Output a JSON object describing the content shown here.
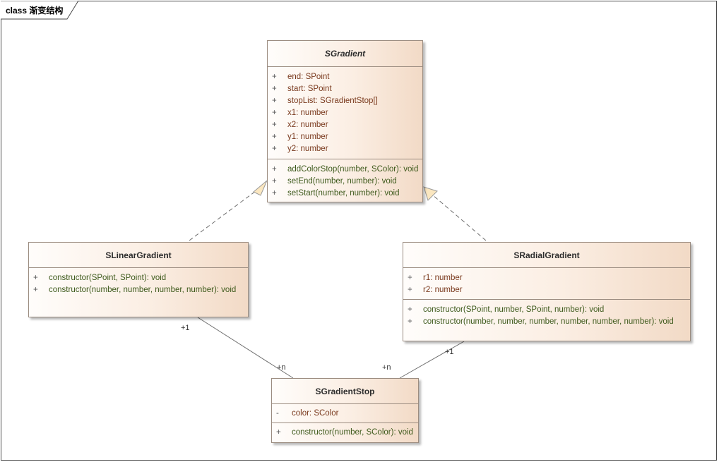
{
  "diagram": {
    "frame_title": "class 渐变结构"
  },
  "classes": {
    "sgradient": {
      "name": "SGradient",
      "abstract": true,
      "attributes": [
        {
          "vis": "+",
          "text": "end: SPoint"
        },
        {
          "vis": "+",
          "text": "start: SPoint"
        },
        {
          "vis": "+",
          "text": "stopList: SGradientStop[]"
        },
        {
          "vis": "+",
          "text": "x1: number"
        },
        {
          "vis": "+",
          "text": "x2: number"
        },
        {
          "vis": "+",
          "text": "y1: number"
        },
        {
          "vis": "+",
          "text": "y2: number"
        }
      ],
      "operations": [
        {
          "vis": "+",
          "text": "addColorStop(number, SColor): void"
        },
        {
          "vis": "+",
          "text": "setEnd(number, number): void"
        },
        {
          "vis": "+",
          "text": "setStart(number, number): void"
        }
      ]
    },
    "slinear": {
      "name": "SLinearGradient",
      "operations": [
        {
          "vis": "+",
          "text": "constructor(SPoint, SPoint): void"
        },
        {
          "vis": "+",
          "text": "constructor(number, number, number, number): void"
        }
      ]
    },
    "sradial": {
      "name": "SRadialGradient",
      "attributes": [
        {
          "vis": "+",
          "text": "r1: number"
        },
        {
          "vis": "+",
          "text": "r2: number"
        }
      ],
      "operations": [
        {
          "vis": "+",
          "text": "constructor(SPoint, number, SPoint, number): void"
        },
        {
          "vis": "+",
          "text": "constructor(number, number, number, number, number, number): void"
        }
      ]
    },
    "sstop": {
      "name": "SGradientStop",
      "attributes": [
        {
          "vis": "-",
          "text": "color: SColor"
        }
      ],
      "operations": [
        {
          "vis": "+",
          "text": "constructor(number, SColor): void"
        }
      ]
    }
  },
  "associations": {
    "linear_stop": {
      "source_mult": "+1",
      "target_mult": "+n"
    },
    "radial_stop": {
      "source_mult": "+1",
      "target_mult": "+n"
    }
  },
  "colors": {
    "attribute_text": "#7a3a1e",
    "operation_text": "#3e5a1c",
    "class_border": "#9b8c80",
    "realization_arrow_fill": "#fbe7c0"
  }
}
